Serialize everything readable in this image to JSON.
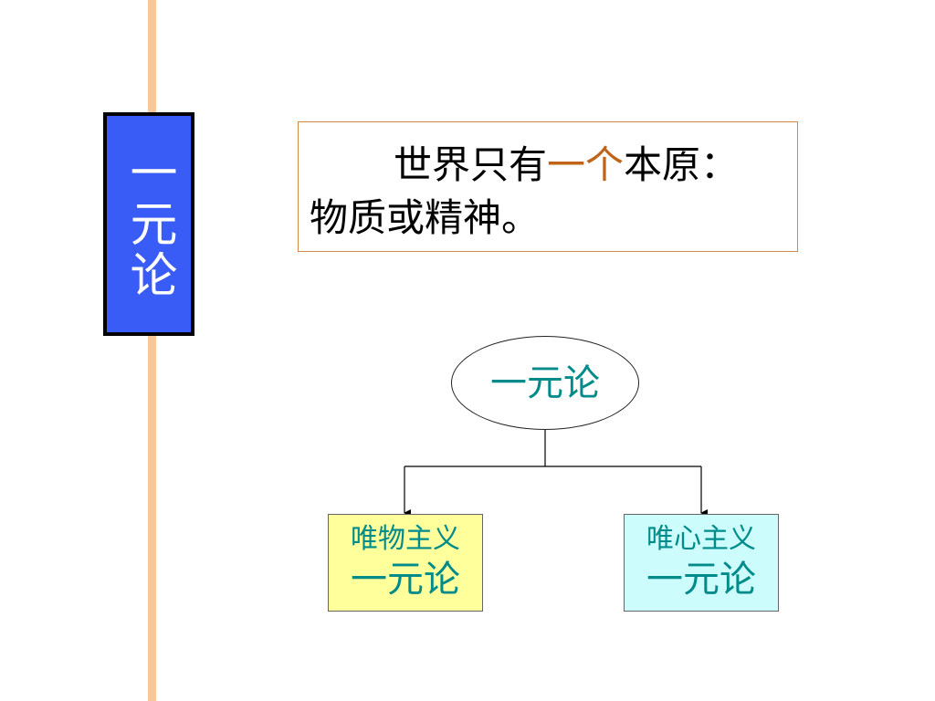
{
  "side_title": "一元论",
  "definition": {
    "line1_before": "世界只有",
    "line1_highlight": "一个",
    "line1_after": "本原：",
    "line2": "物质或精神。"
  },
  "diagram": {
    "root_label": "一元论",
    "children": [
      {
        "sub": "唯物主义",
        "main": "一元论"
      },
      {
        "sub": "唯心主义",
        "main": "一元论"
      }
    ]
  },
  "colors": {
    "side_title_bg": "#3a5cf6",
    "accent_line": "#f6c79a",
    "highlight_text": "#c0641a",
    "diagram_text": "#008b8b",
    "left_child_bg": "#ffff9c",
    "right_child_bg": "#ccfcfc"
  }
}
